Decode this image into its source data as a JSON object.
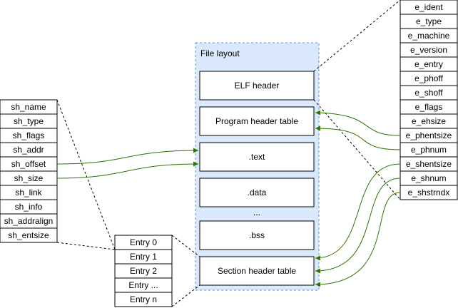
{
  "file_layout": {
    "title": "File layout",
    "sections": [
      "ELF header",
      "Program header table",
      ".text",
      ".data",
      "...",
      ".bss",
      "Section header table"
    ]
  },
  "elf_header_fields": [
    "e_ident",
    "e_type",
    "e_machine",
    "e_version",
    "e_entry",
    "e_phoff",
    "e_shoff",
    "e_flags",
    "e_ehsize",
    "e_phentsize",
    "e_phnum",
    "e_shentsize",
    "e_shnum",
    "e_shstrndx"
  ],
  "section_header_fields": [
    "sh_name",
    "sh_type",
    "sh_flags",
    "sh_addr",
    "sh_offset",
    "sh_size",
    "sh_link",
    "sh_info",
    "sh_addralign",
    "sh_entsize"
  ],
  "section_entries": [
    "Entry 0",
    "Entry 1",
    "Entry 2",
    "Entry ...",
    "Entry n"
  ],
  "colors": {
    "container_fill": "#dae8fc",
    "container_stroke": "#6c8ebf",
    "arrow": "#2d7600"
  }
}
